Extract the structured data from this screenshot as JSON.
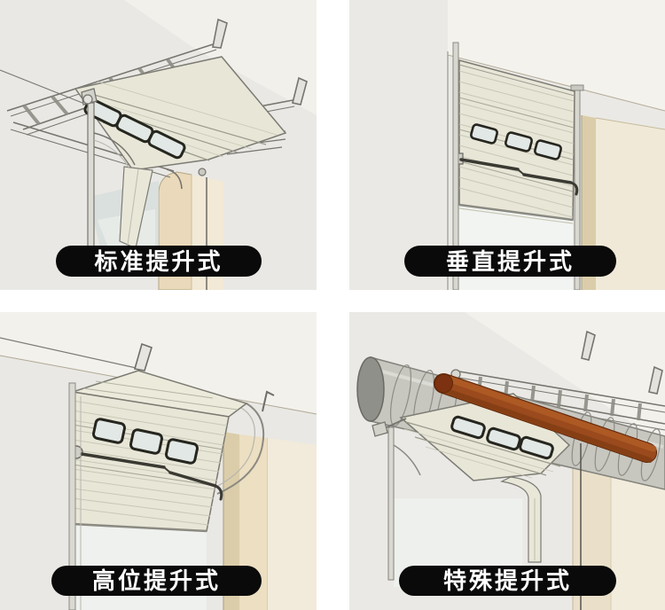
{
  "panels": [
    {
      "id": "standard-lift",
      "label": "标准提升式"
    },
    {
      "id": "vertical-lift",
      "label": "垂直提升式"
    },
    {
      "id": "high-lift",
      "label": "高位提升式"
    },
    {
      "id": "special-lift",
      "label": "特殊提升式"
    }
  ],
  "style": {
    "label_background": "#0a0a0a",
    "label_text_color": "#ffffff",
    "panel_background": "#e9e8e4",
    "gutter_color": "#ffffff",
    "wall_color": "#ead9ba",
    "door_color": "#e8e6d7",
    "window_frame_color": "#26261f",
    "pipe_color": "#9a4a1d",
    "duct_color": "#c7c7c0"
  }
}
